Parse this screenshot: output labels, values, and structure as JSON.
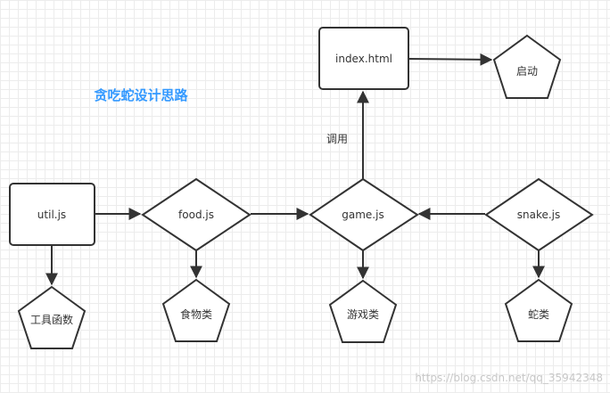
{
  "diagram": {
    "title": "贪吃蛇设计思路",
    "title_color": "#3399ff",
    "stroke_color": "#333333",
    "nodes": {
      "index_html": "index.html",
      "start": "启动",
      "util_js": "util.js",
      "food_js": "food.js",
      "game_js": "game.js",
      "snake_js": "snake.js",
      "utility_functions": "工具函数",
      "food_class": "食物类",
      "game_class": "游戏类",
      "snake_class": "蛇类"
    },
    "edge_labels": {
      "call": "调用"
    },
    "edges": [
      {
        "from": "util_js",
        "to": "food_js"
      },
      {
        "from": "food_js",
        "to": "game_js"
      },
      {
        "from": "snake_js",
        "to": "game_js"
      },
      {
        "from": "game_js",
        "to": "index_html",
        "label": "调用"
      },
      {
        "from": "index_html",
        "to": "start"
      },
      {
        "from": "util_js",
        "to": "utility_functions"
      },
      {
        "from": "food_js",
        "to": "food_class"
      },
      {
        "from": "game_js",
        "to": "game_class"
      },
      {
        "from": "snake_js",
        "to": "snake_class"
      }
    ]
  },
  "watermark": "https://blog.csdn.net/qq_35942348"
}
